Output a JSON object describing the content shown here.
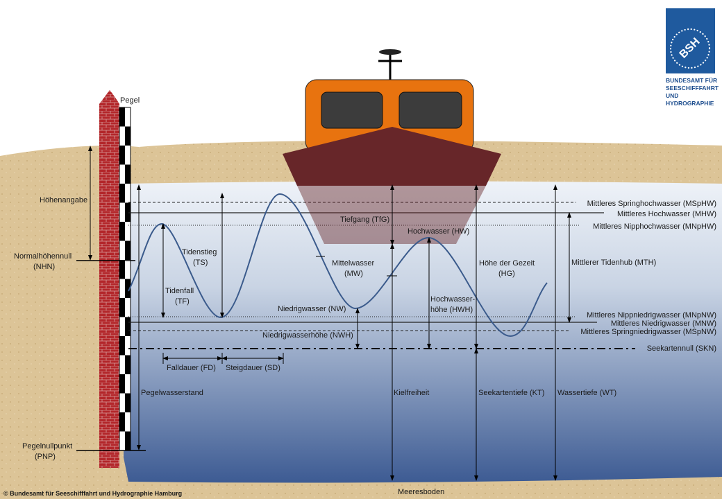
{
  "colors": {
    "sand": "#dcc497",
    "water_top": "#e9eef5",
    "water_bottom": "#3d5b93",
    "brick": "#b3262a",
    "hull": "#672629",
    "cabin": "#e8730f",
    "logo": "#1f5a9e",
    "tide_curve": "#3b5b8c"
  },
  "logo": {
    "mark": "BSH",
    "lines": [
      "BUNDESAMT FÜR",
      "SEESCHIFFFAHRT",
      "UND",
      "HYDROGRAPHIE"
    ]
  },
  "gauge": {
    "title": "Pegel",
    "height_label": "Höhenangabe",
    "nhn": [
      "Normalhöhennull",
      "(NHN)"
    ],
    "pnp": [
      "Pegelnullpunkt",
      "(PNP)"
    ],
    "water_level": "Pegelwasserstand"
  },
  "levels": {
    "msphw": "Mittleres Springhochwasser (MSpHW)",
    "mhw": "Mittleres Hochwasser (MHW)",
    "mnphw": "Mittleres Nipphochwasser (MNpHW)",
    "mth": "Mittlerer Tidenhub (MTH)",
    "mnpnw": "Mittleres Nippniedrigwasser (MNpNW)",
    "mnw": "Mittleres Niedrigwasser (MNW)",
    "mspnw": "Mittleres Springniedrigwasser (MSpNW)",
    "skn": "Seekartennull (SKN)"
  },
  "tide": {
    "ts": [
      "Tidenstieg",
      "(TS)"
    ],
    "tf": [
      "Tidenfall",
      "(TF)"
    ],
    "fd": "Falldauer (FD)",
    "sd": "Steigdauer (SD)",
    "mw": [
      "Mittelwasser",
      "(MW)"
    ],
    "nw": "Niedrigwasser (NW)",
    "nwh": "Niedrigwasserhöhe (NWH)",
    "hw": "Hochwasser (HW)",
    "hwh": [
      "Hochwasser-",
      "höhe (HWH)"
    ],
    "hg": [
      "Höhe der Gezeit",
      "(HG)"
    ]
  },
  "depths": {
    "tfg": "Tiefgang (TfG)",
    "kiel": "Kielfreiheit",
    "kt": "Seekartentiefe (KT)",
    "wt": "Wassertiefe (WT)",
    "seabed": "Meeresboden"
  },
  "copyright": "© Bundesamt für Seeschifffahrt und Hydrographie Hamburg"
}
